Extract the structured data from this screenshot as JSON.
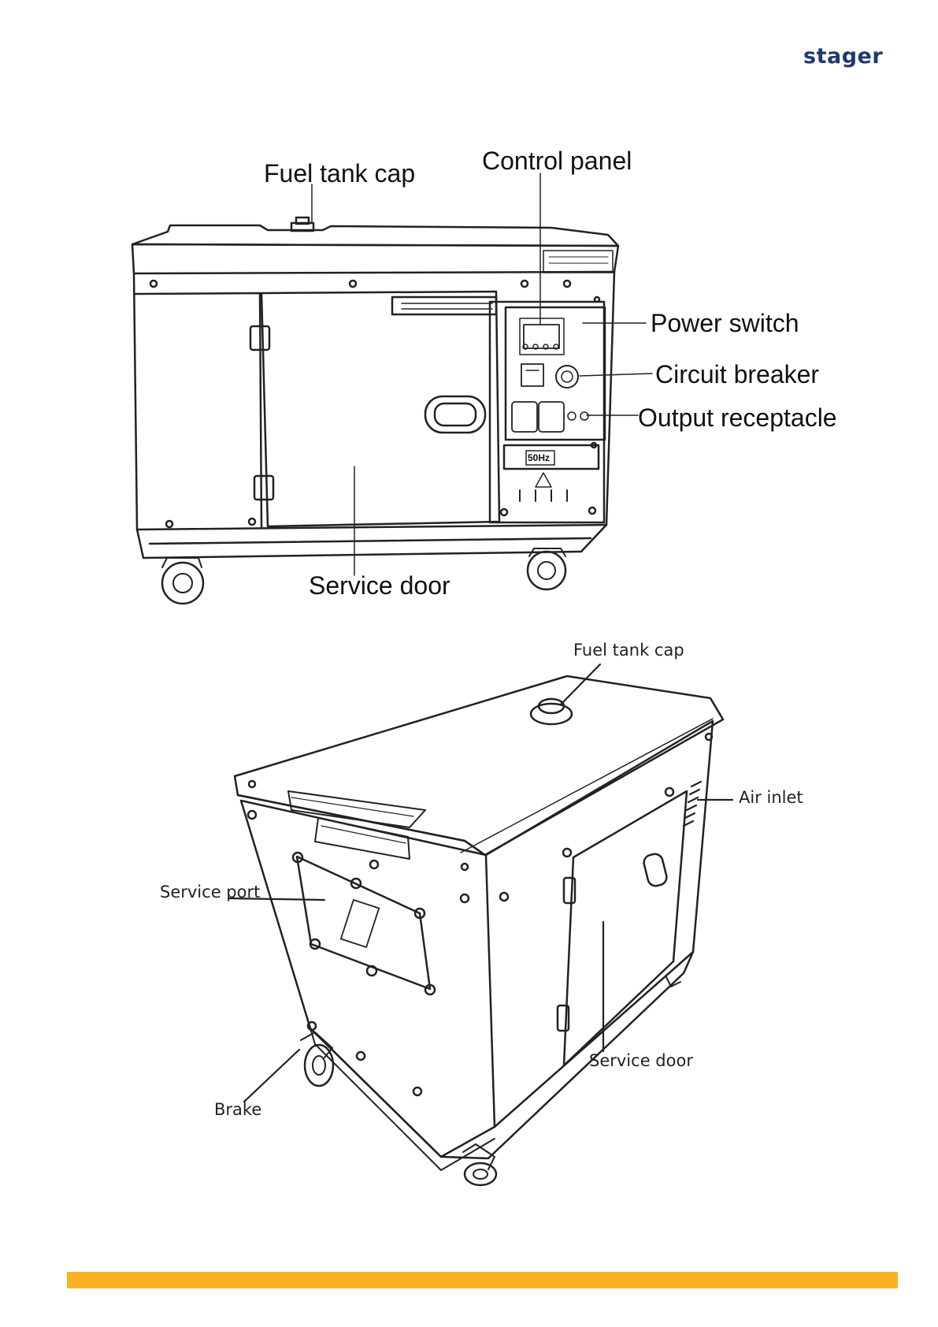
{
  "header": {
    "brand": "stager"
  },
  "colors": {
    "brand": "#1e3a6e",
    "accent": "#fbb222",
    "ink": "#222222"
  },
  "figure_front": {
    "labels": {
      "fuel_tank_cap": "Fuel tank cap",
      "control_panel": "Control panel",
      "power_switch": "Power switch",
      "circuit_breaker": "Circuit breaker",
      "output_receptacle": "Output receptacle",
      "service_door": "Service door"
    },
    "plate": "50Hz"
  },
  "figure_iso": {
    "labels": {
      "fuel_tank_cap": "Fuel tank cap",
      "air_inlet": "Air inlet",
      "service_port": "Service port",
      "service_door": "Service door",
      "brake": "Brake"
    }
  }
}
